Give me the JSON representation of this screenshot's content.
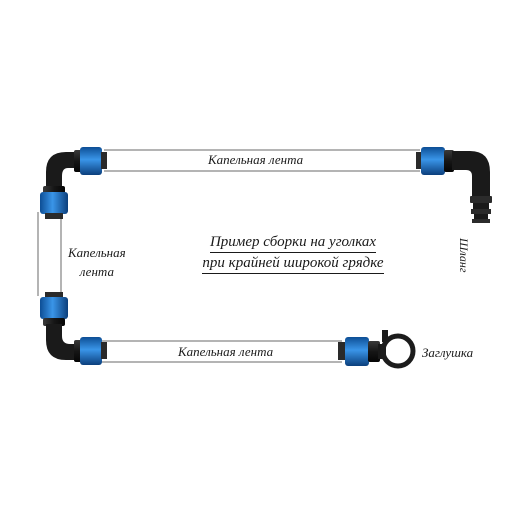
{
  "labels": {
    "tape_top": "Капельная лента",
    "tape_bottom": "Капельная лента",
    "tape_left_line1": "Капельная",
    "tape_left_line2": "лента",
    "plug": "Заглушка",
    "hose": "Шланг"
  },
  "caption": {
    "line1": "Пример сборки на уголках",
    "line2": "при крайней широкой грядке"
  },
  "colors": {
    "fitting_black": "#1c1c1c",
    "nut_blue": "#1f73c9",
    "tape_line": "#6a6a6a"
  }
}
